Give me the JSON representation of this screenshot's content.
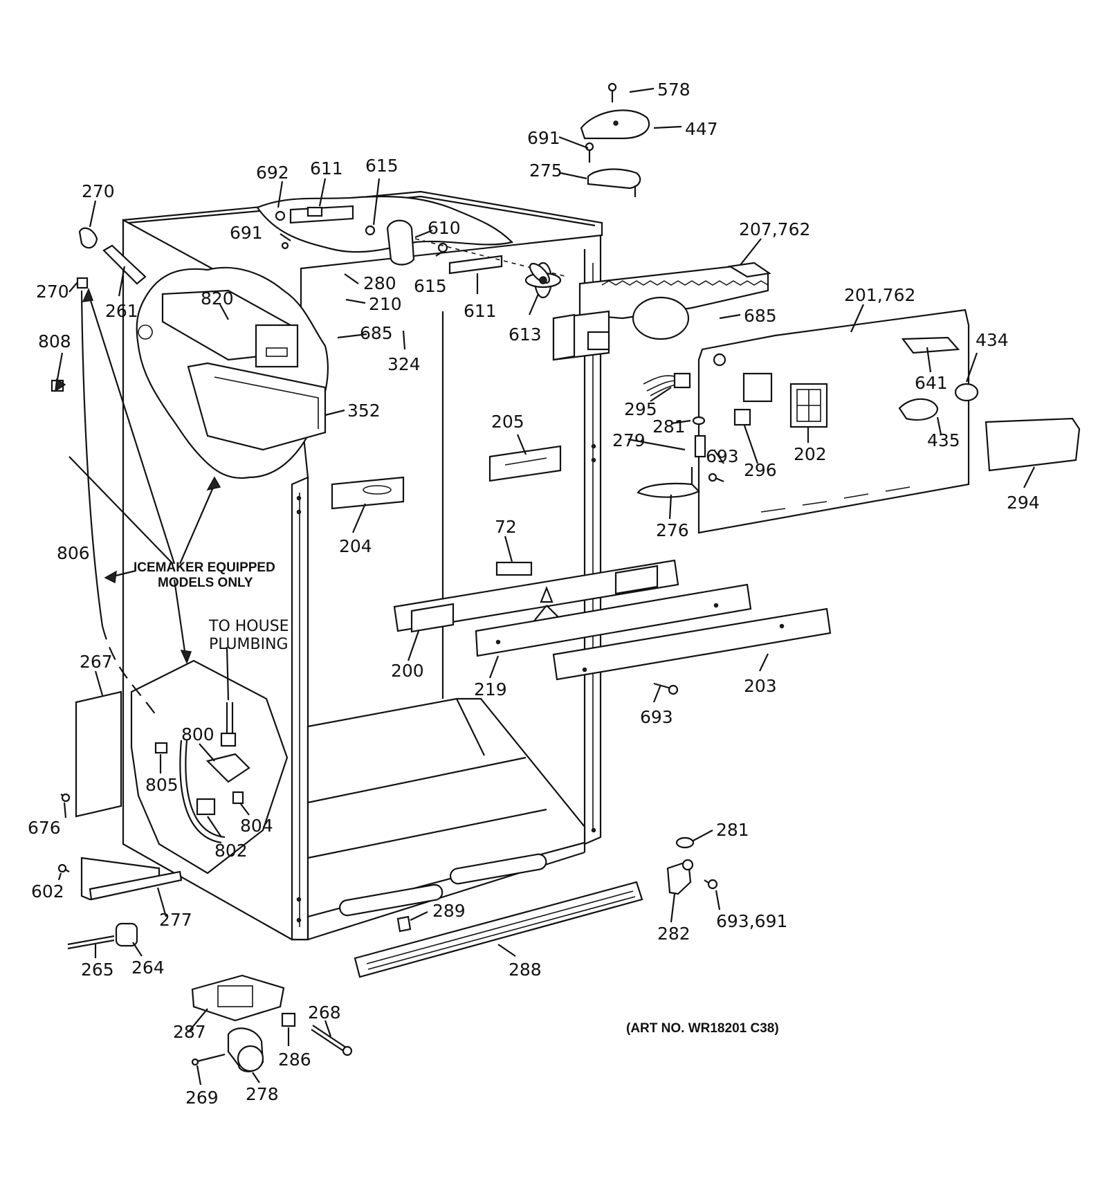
{
  "labels": {
    "p578": "578",
    "p447": "447",
    "p691a": "691",
    "p275": "275",
    "p692": "692",
    "p611a": "611",
    "p615a": "615",
    "p610": "610",
    "p691b": "691",
    "p615b": "615",
    "p611b": "611",
    "p613": "613",
    "p207_762": "207,762",
    "p270a": "270",
    "p261": "261",
    "p270b": "270",
    "p820": "820",
    "p280": "280",
    "p210": "210",
    "p685a": "685",
    "p324": "324",
    "p685b": "685",
    "p201_762": "201,762",
    "p434": "434",
    "p641": "641",
    "p808": "808",
    "p352": "352",
    "p295": "295",
    "p281a": "281",
    "p279": "279",
    "p693a": "693",
    "p296": "296",
    "p202": "202",
    "p435": "435",
    "p205": "205",
    "p294": "294",
    "p204": "204",
    "p276": "276",
    "p806": "806",
    "p72": "72",
    "p200": "200",
    "p219": "219",
    "p203": "203",
    "p267": "267",
    "p693b": "693",
    "p800": "800",
    "p805": "805",
    "p804": "804",
    "p676": "676",
    "p802": "802",
    "p281b": "281",
    "p602": "602",
    "p277": "277",
    "p289": "289",
    "p282": "282",
    "p693_691": "693,691",
    "p265": "265",
    "p264": "264",
    "p288": "288",
    "p268": "268",
    "p287": "287",
    "p286": "286",
    "p269": "269",
    "p278": "278"
  },
  "notes": {
    "icemaker_line1": "ICEMAKER EQUIPPED",
    "icemaker_line2": "MODELS ONLY",
    "house_line1": "TO HOUSE",
    "house_line2": "PLUMBING",
    "art_number": "(ART NO. WR18201 C38)"
  }
}
